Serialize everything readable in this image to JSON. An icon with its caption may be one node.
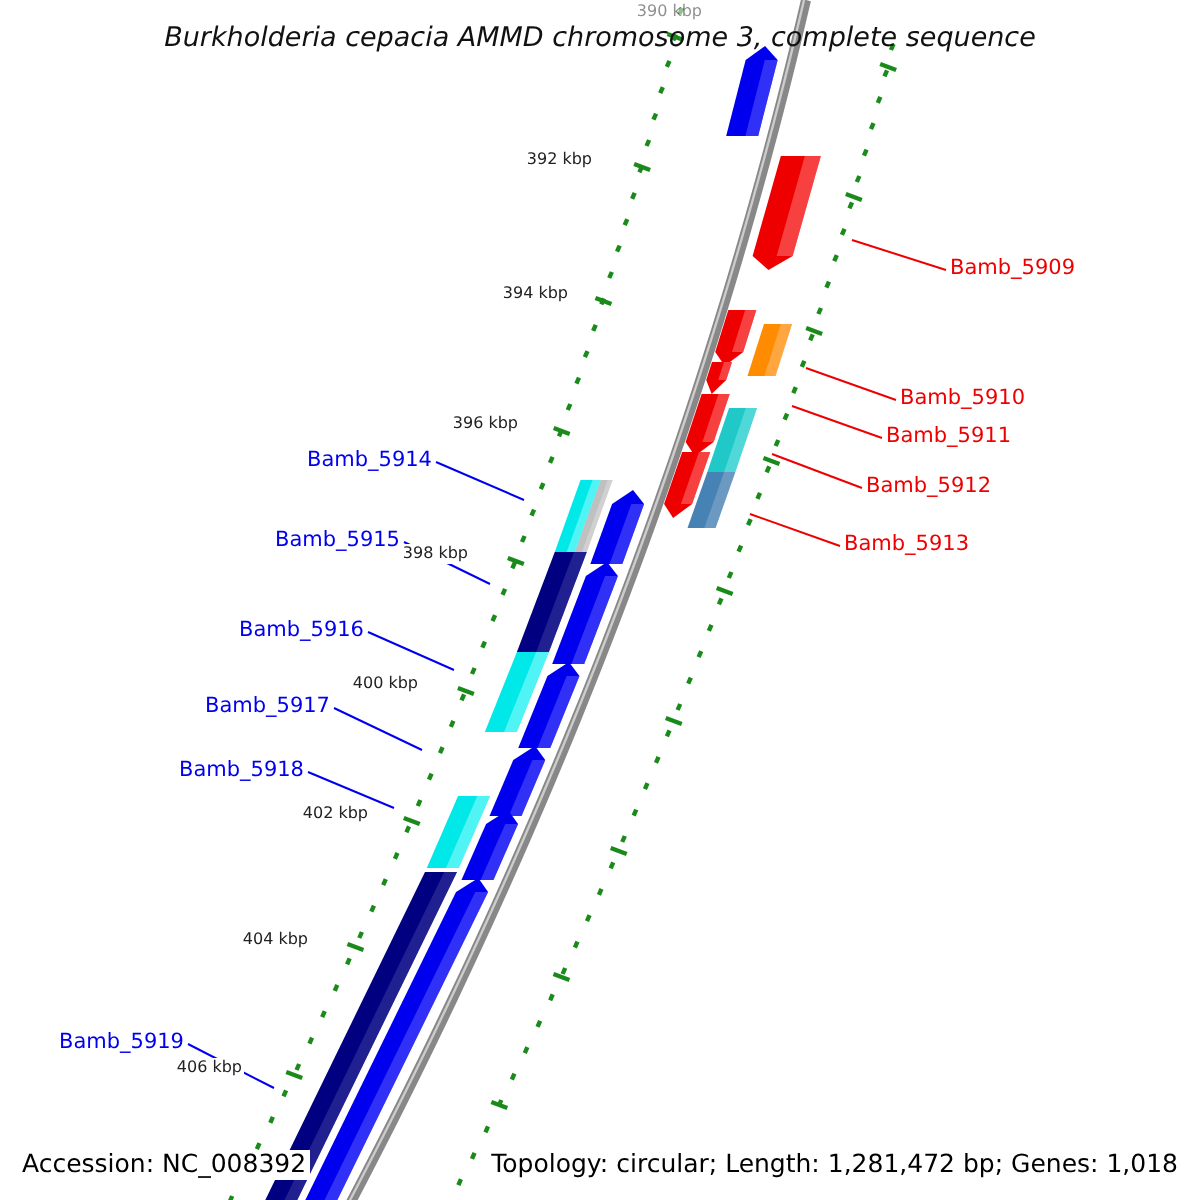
{
  "diagram": {
    "title": "Burkholderia cepacia AMMD chromosome 3, complete sequence",
    "nodes": [
      {
        "text": [
          "Bamb_5909"
        ]
      },
      {
        "text": [
          "Bamb_5910"
        ]
      },
      {
        "text": [
          "Bamb_5911"
        ]
      },
      {
        "text": [
          "Bamb_5914"
        ]
      },
      {
        "text": [
          "Bamb_5912"
        ]
      },
      {
        "text": [
          "Bamb_5915"
        ]
      },
      {
        "text": [
          "Bamb_5913"
        ]
      },
      {
        "text": [
          "Bamb_5916"
        ]
      },
      {
        "text": [
          "Bamb_5917"
        ]
      },
      {
        "text": [
          "Bamb_5918"
        ]
      },
      {
        "text": [
          "Bamb_5919"
        ]
      }
    ],
    "edges": [
      {
        "from": 0,
        "to": null,
        "arrow": "none",
        "color": "#ee0000"
      },
      {
        "from": 1,
        "to": null,
        "arrow": "none",
        "color": "#ee0000"
      },
      {
        "from": 2,
        "to": null,
        "arrow": "none",
        "color": "#ee0000"
      },
      {
        "from": 3,
        "to": null,
        "arrow": "none"
      },
      {
        "from": 4,
        "to": null,
        "arrow": "none",
        "color": "#ee0000"
      },
      {
        "from": 5,
        "to": null,
        "arrow": "none"
      },
      {
        "from": 6,
        "to": null,
        "arrow": "none",
        "color": "#ee0000"
      },
      {
        "from": 7,
        "to": null,
        "arrow": "none"
      },
      {
        "from": 8,
        "to": null,
        "arrow": "none"
      },
      {
        "from": 9,
        "to": null,
        "arrow": "none"
      },
      {
        "from": 10,
        "to": null,
        "arrow": "none"
      }
    ],
    "labels": [
      "390 kbp",
      "392 kbp",
      "394 kbp",
      "396 kbp",
      "398 kbp",
      "400 kbp",
      "402 kbp",
      "404 kbp",
      "406 kbp",
      "Accession: NC_008392",
      "Topology: circular; Length: 1,281,472 bp; Genes: 1,018"
    ]
  }
}
